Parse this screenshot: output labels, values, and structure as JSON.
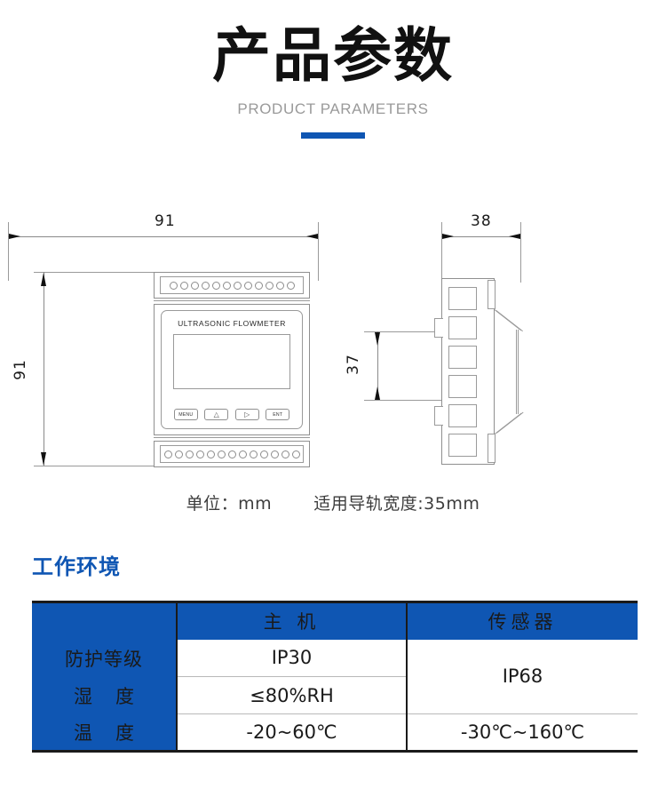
{
  "header": {
    "title": "产品参数",
    "subtitle": "PRODUCT PARAMETERS",
    "accent_color": "#0f56b3"
  },
  "drawing": {
    "front_view": {
      "device_label": "ULTRASONIC FLOWMETER",
      "buttons": [
        {
          "name": "menu-button",
          "label": "MENU"
        },
        {
          "name": "up-button",
          "label": "△"
        },
        {
          "name": "right-button",
          "label": "▷"
        },
        {
          "name": "enter-button",
          "label": "ENT"
        }
      ],
      "terminal_holes_top": 12,
      "terminal_holes_bottom": 13,
      "dim_width": "91",
      "dim_height": "91"
    },
    "side_view": {
      "dim_width": "38",
      "dim_rail_height": "37",
      "slot_count": 6
    },
    "caption_unit": "单位：mm",
    "caption_rail": "适用导轨宽度:35mm"
  },
  "environment_section": {
    "heading": "工作环境"
  },
  "table_data": {
    "type": "table",
    "columns": [
      "",
      "主 机",
      "传感器"
    ],
    "rows": [
      {
        "label": "防护等级",
        "host": "IP30",
        "sensor": "IP68"
      },
      {
        "label_part1": "湿",
        "label_part2": "度",
        "host": "≤80%RH",
        "sensor": ""
      },
      {
        "label_part1": "温",
        "label_part2": "度",
        "host": "-20~60℃",
        "sensor": "-30℃~160℃"
      }
    ],
    "header_bg": "#0f56b3",
    "header_fg": "#ffffff"
  }
}
